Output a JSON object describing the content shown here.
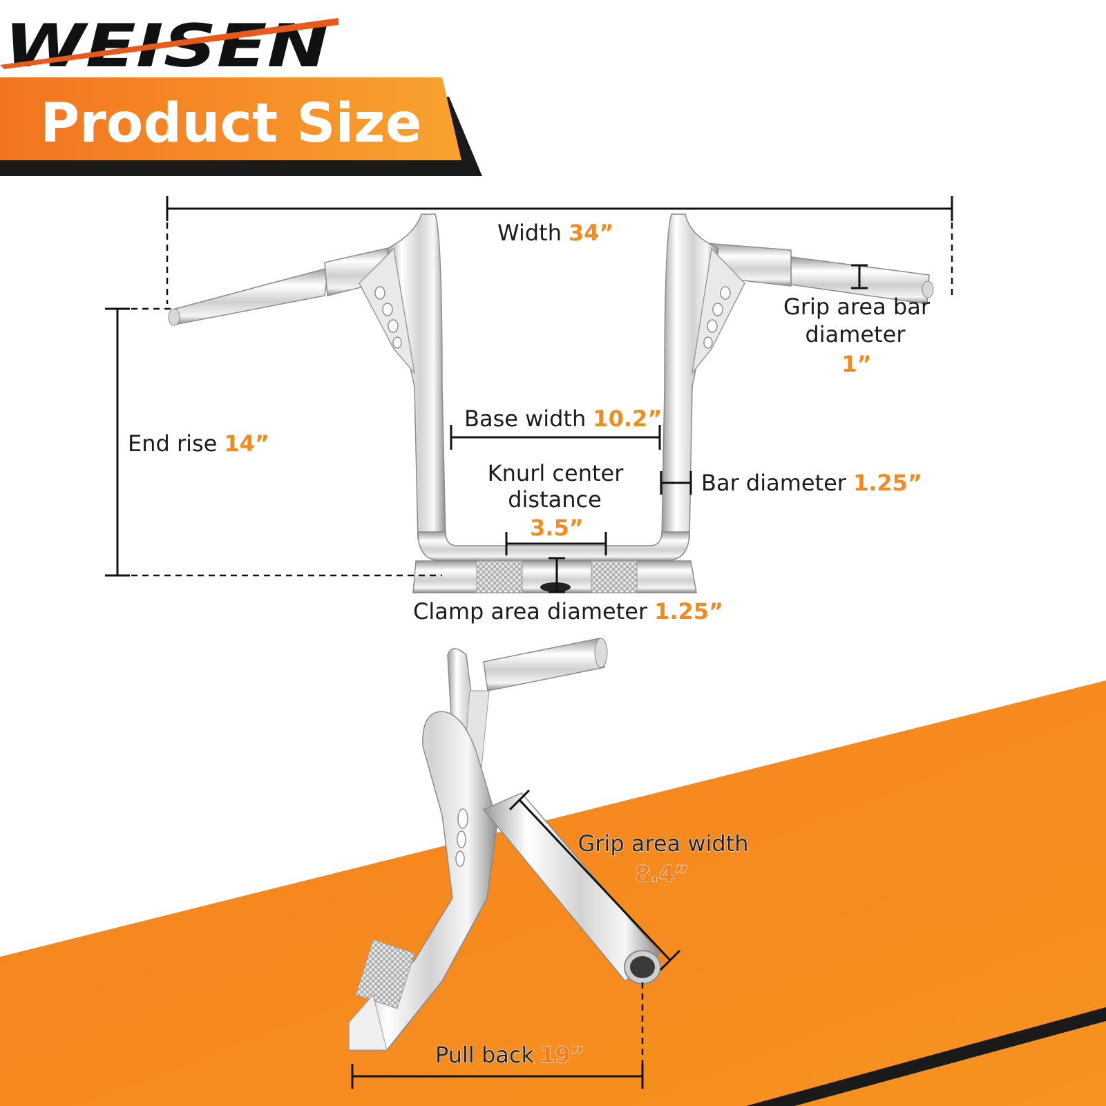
{
  "brand": {
    "logo_text": "WEISEN"
  },
  "header": {
    "title": "Product Size"
  },
  "colors": {
    "accent_orange": "#f47d1f",
    "accent_orange_light": "#f99a2c",
    "dark_band": "#1a1a1a",
    "value_orange": "#f18a1f"
  },
  "dimensions": {
    "width": {
      "label": "Width",
      "value": "34”"
    },
    "grip_bar_diameter": {
      "label_line1": "Grip area bar",
      "label_line2": "diameter",
      "value": "1”"
    },
    "end_rise": {
      "label": "End rise",
      "value": "14”"
    },
    "base_width": {
      "label": "Base width",
      "value": "10.2”"
    },
    "knurl_center_distance": {
      "label_line1": "Knurl center",
      "label_line2": "distance",
      "value": "3.5”"
    },
    "bar_diameter": {
      "label": "Bar diameter",
      "value": "1.25”"
    },
    "clamp_area_diameter": {
      "label": "Clamp area diameter",
      "value": "1.25”"
    },
    "grip_area_width": {
      "label": "Grip area width",
      "value": "8.4”"
    },
    "pull_back": {
      "label": "Pull back",
      "value": "19”"
    }
  }
}
